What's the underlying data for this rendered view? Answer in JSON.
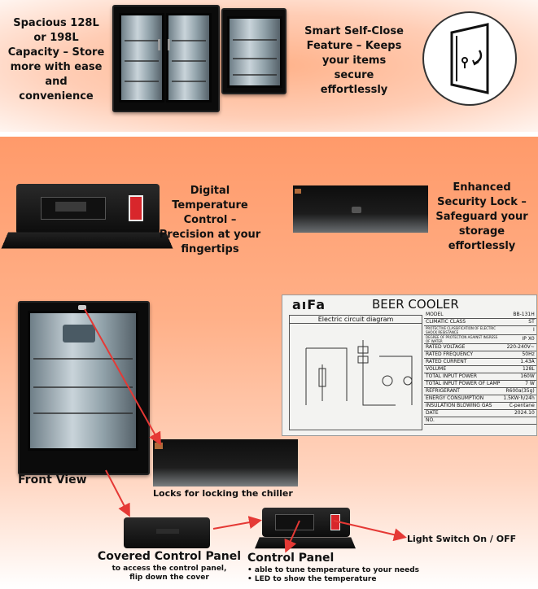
{
  "captions": {
    "capacity": "Spacious 128L or 198L Capacity – Store more with ease and convenience",
    "self_close": "Smart Self-Close Feature – Keeps your items secure effortlessly",
    "digital_temp": "Digital Temperature Control – Precision at your fingertips",
    "security_lock": "Enhanced Security Lock – Safeguard your storage effortlessly"
  },
  "callouts": {
    "front_view": "Front View",
    "locks": "Locks for locking the chiller",
    "covered_panel_title": "Covered Control Panel",
    "covered_panel_desc_1": "to access the control panel,",
    "covered_panel_desc_2": "flip down the cover",
    "control_panel_title": "Control Panel",
    "control_panel_bullet_1": "able to tune temperature to your needs",
    "control_panel_bullet_2": "LED to show the temperature",
    "light_switch": "Light Switch On / OFF"
  },
  "rating_label": {
    "brand": "aıFa",
    "product": "BEER COOLER",
    "diagram_title": "Electric circuit diagram",
    "rows": [
      {
        "k": "MODEL",
        "v": "BB-131H"
      },
      {
        "k": "CLIMATIC CLASS",
        "v": "ST"
      },
      {
        "k": "PROTECTIVE CLASSIFICATION OF ELECTRIC SHOCK RESISTANCE",
        "v": "I"
      },
      {
        "k": "DEGREE OF PROTECTION AGAINST INGRESS OF WATER",
        "v": "IP X0"
      },
      {
        "k": "RATED VOLTAGE",
        "v": "220-240V~"
      },
      {
        "k": "RATED FREQUENCY",
        "v": "50Hz"
      },
      {
        "k": "RATED CURRENT",
        "v": "1.43A"
      },
      {
        "k": "VOLUME",
        "v": "128L"
      },
      {
        "k": "TOTAL INPUT POWER",
        "v": "160W"
      },
      {
        "k": "TOTAL INPUT POWER OF LAMP",
        "v": "7 W"
      },
      {
        "k": "REFRIGERANT",
        "v": "R600a(35g)"
      },
      {
        "k": "ENERGY CONSUMPTION",
        "v": "1.5KW·h/24h"
      },
      {
        "k": "INSULATION BLOWING GAS",
        "v": "C-pentane"
      },
      {
        "k": "DATE",
        "v": "2024.10"
      },
      {
        "k": "NO.",
        "v": ""
      }
    ]
  },
  "colors": {
    "accent_arrow": "#e53935",
    "switch_red": "#d8262b",
    "panel_dark": "#111111"
  },
  "icons": [
    "door-self-close-icon",
    "arrow-icon"
  ]
}
